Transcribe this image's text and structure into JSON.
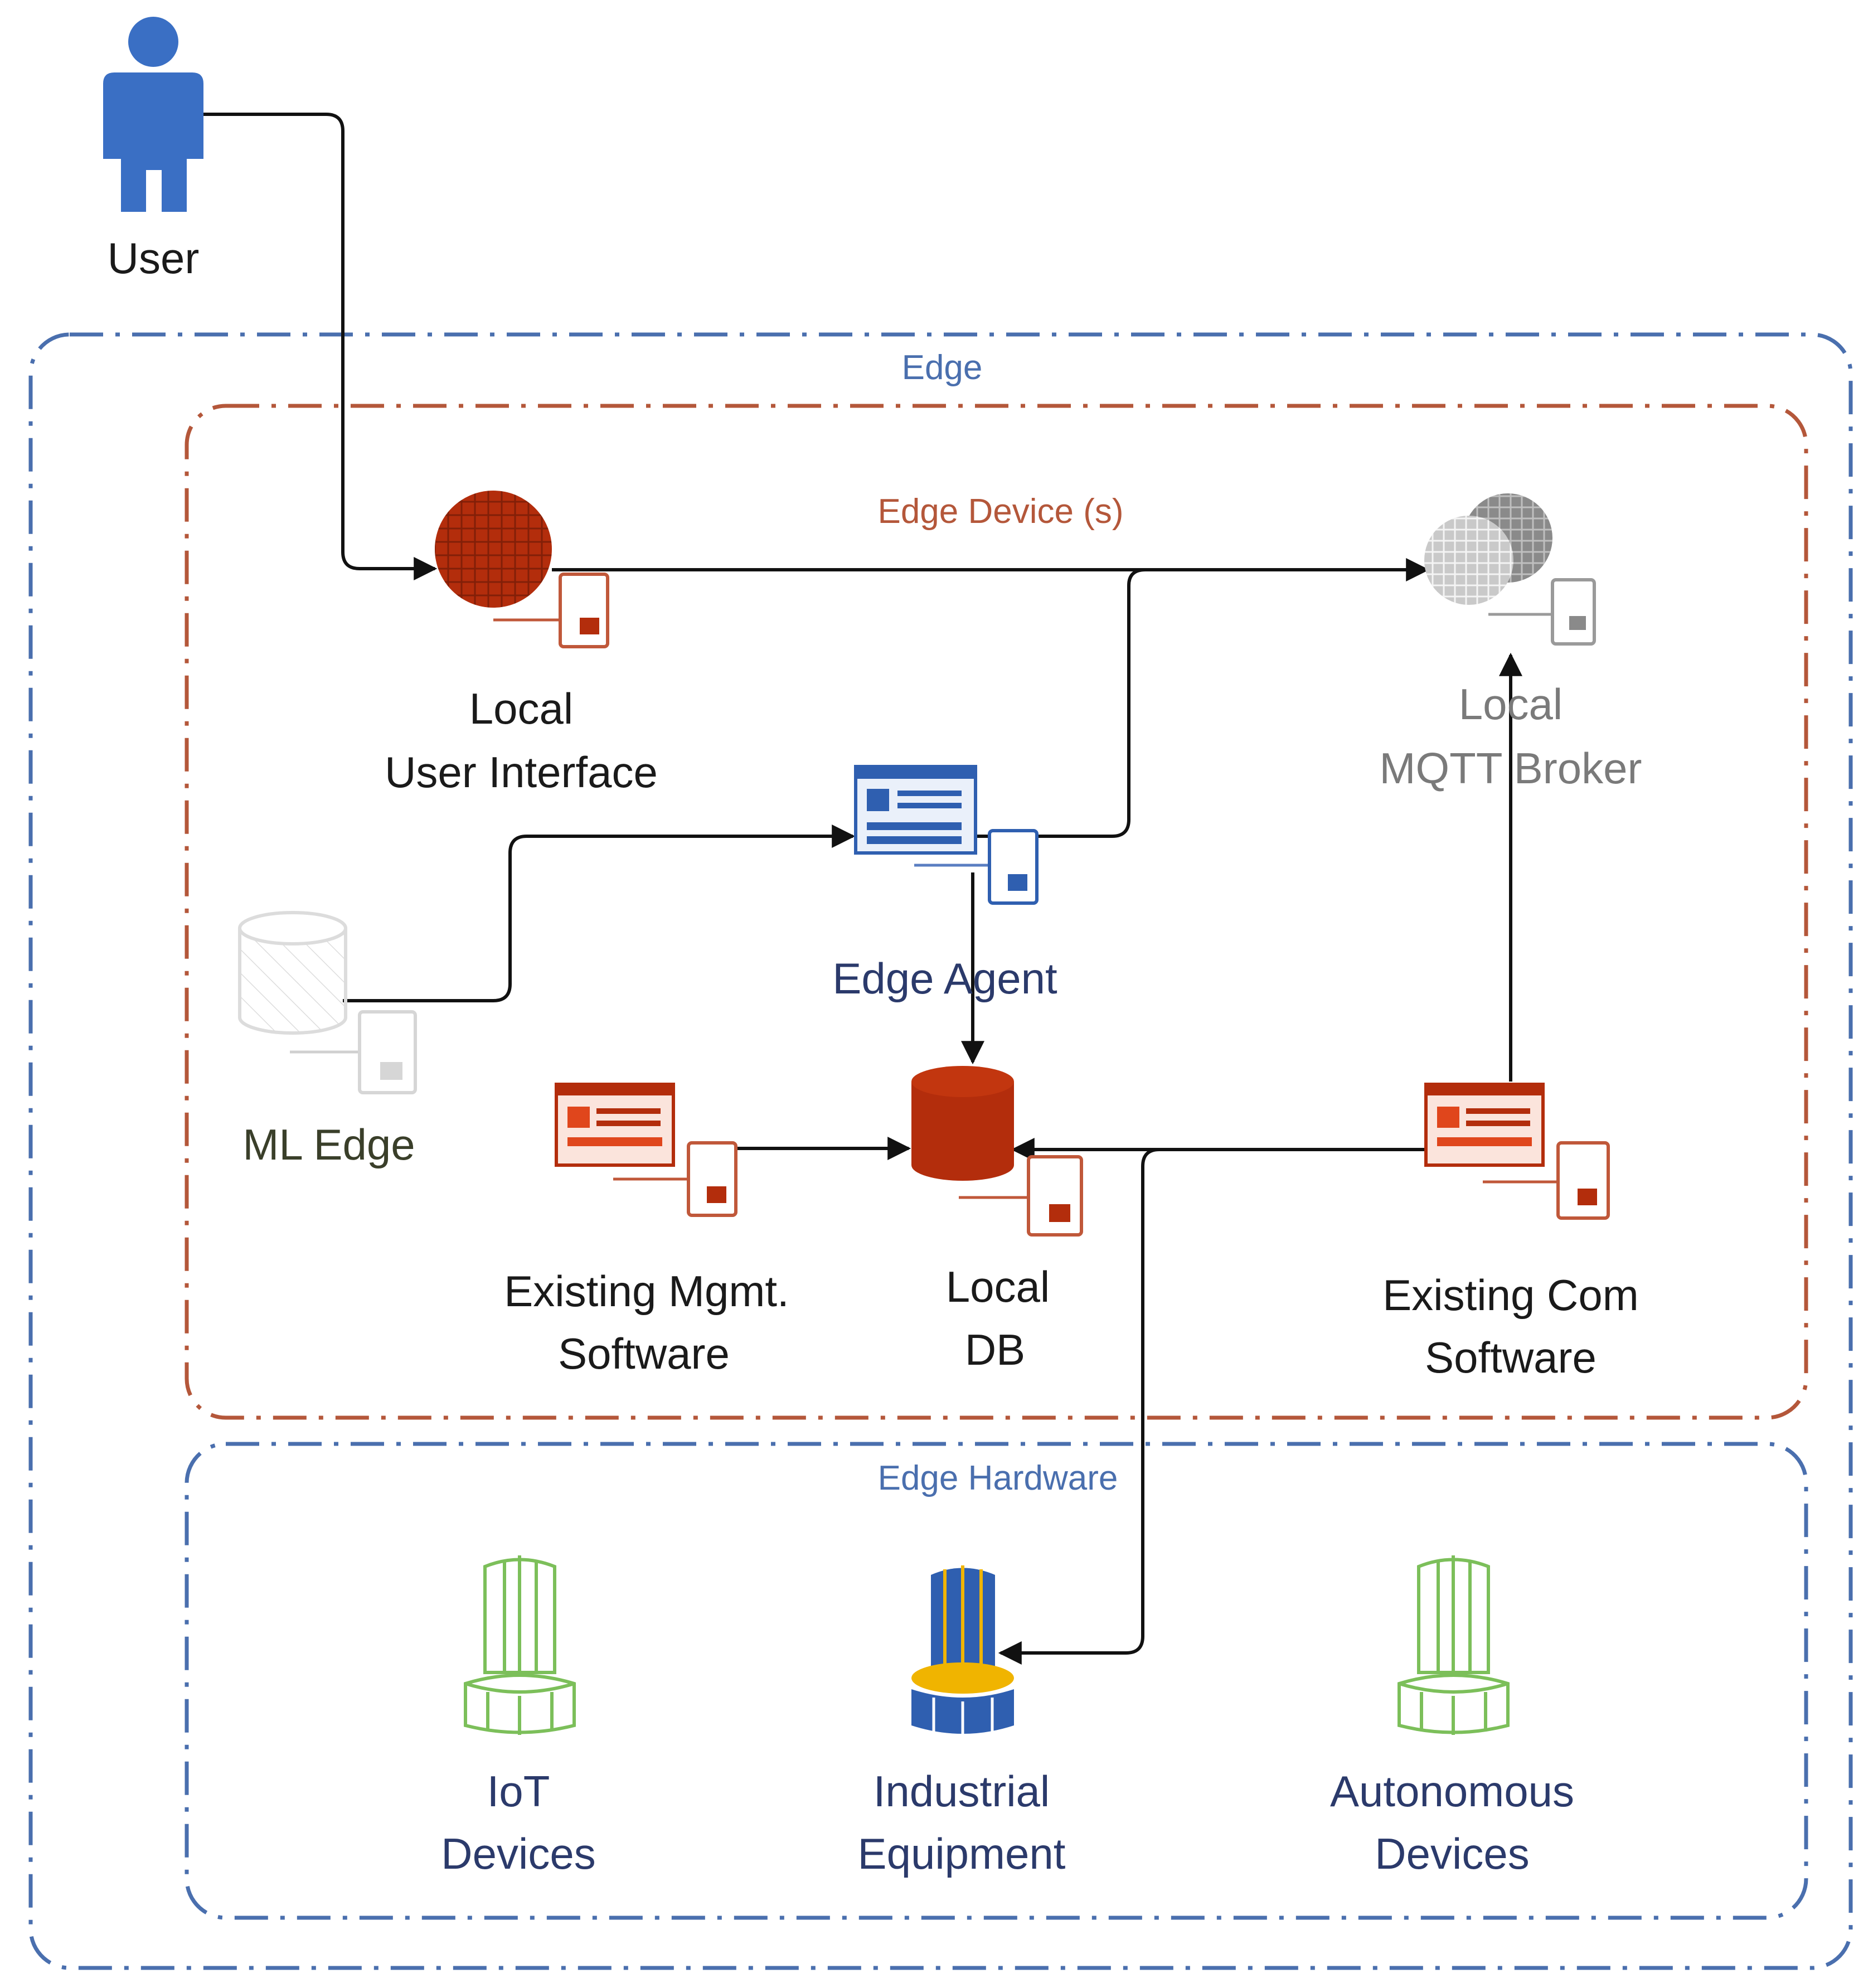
{
  "diagram": {
    "colors": {
      "edge_boundary": "#4a6fae",
      "device_boundary": "#b4573a",
      "hardware_boundary": "#4a6fae",
      "red_component": "#b32d0c",
      "blue_component": "#2f5fb0",
      "gray_component": "#8a8a8a",
      "green_device": "#7cbf5a",
      "connector": "#111111"
    },
    "groups": {
      "edge": "Edge",
      "edge_devices": "Edge Device (s)",
      "edge_hardware": "Edge Hardware"
    },
    "nodes": {
      "user": {
        "label": "User",
        "icon": "user-icon"
      },
      "local_ui": {
        "line1": "Local",
        "line2": "User Interface",
        "icon": "globe-icon"
      },
      "mqtt": {
        "line1": "Local",
        "line2": "MQTT Broker",
        "icon": "globe-cluster-icon"
      },
      "edge_agent": {
        "label": "Edge Agent",
        "icon": "app-window-icon"
      },
      "ml_edge": {
        "label": "ML Edge",
        "icon": "database-cylinder-icon"
      },
      "mgmt_sw": {
        "line1": "Existing Mgmt.",
        "line2": "Software",
        "icon": "app-window-icon"
      },
      "local_db": {
        "line1": "Local",
        "line2": "DB",
        "icon": "database-cylinder-icon"
      },
      "com_sw": {
        "line1": "Existing Com",
        "line2": "Software",
        "icon": "app-window-icon"
      },
      "iot": {
        "line1": "IoT",
        "line2": "Devices",
        "icon": "device-column-icon"
      },
      "industrial": {
        "line1": "Industrial",
        "line2": "Equipment",
        "icon": "device-column-icon"
      },
      "autonomous": {
        "line1": "Autonomous",
        "line2": "Devices",
        "icon": "device-column-icon"
      }
    },
    "connections": [
      {
        "from": "User",
        "to": "Local User Interface"
      },
      {
        "from": "Local User Interface",
        "to": "Local MQTT Broker"
      },
      {
        "from": "Edge Agent",
        "to": "Local MQTT Broker"
      },
      {
        "from": "ML Edge",
        "to": "Edge Agent"
      },
      {
        "from": "Edge Agent",
        "to": "Local DB"
      },
      {
        "from": "Existing Mgmt. Software",
        "to": "Local DB"
      },
      {
        "from": "Existing Com Software",
        "to": "Local DB"
      },
      {
        "from": "Existing Com Software",
        "to": "Local MQTT Broker"
      },
      {
        "from": "Existing Com Software",
        "to": "Industrial Equipment"
      }
    ]
  }
}
